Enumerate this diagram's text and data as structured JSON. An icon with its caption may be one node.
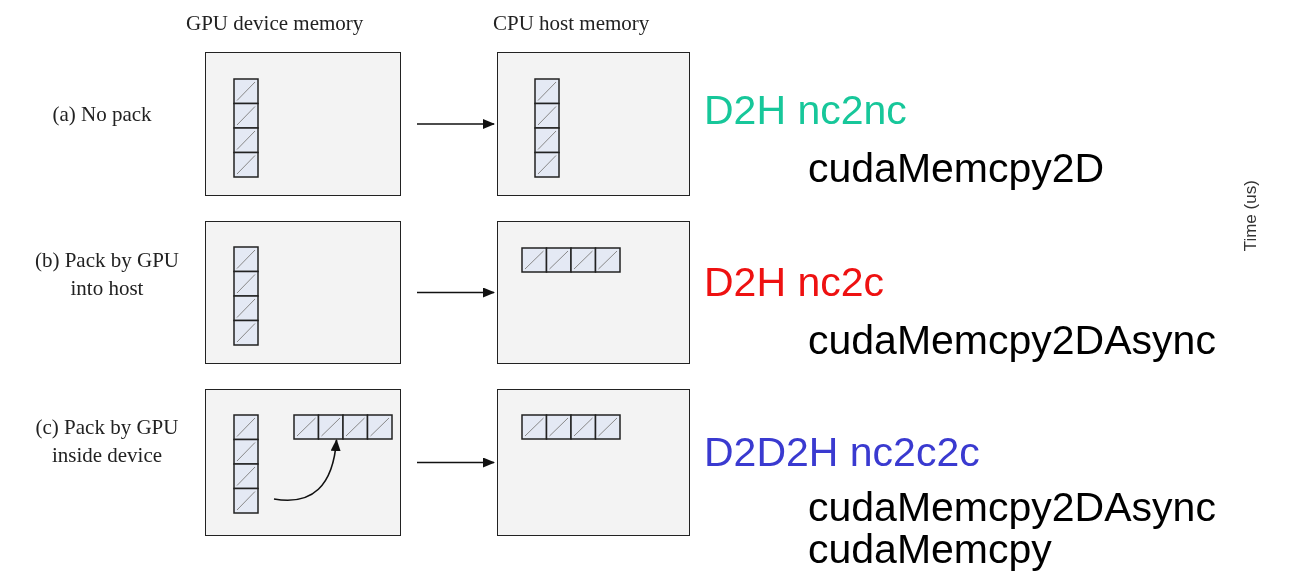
{
  "diagram": {
    "nodes": [
      {
        "text": [],
        "shape": "box",
        "beside": [
          "(a) No pack"
        ]
      },
      {
        "text": [],
        "shape": "box",
        "beside": [
          "D2H nc2nc",
          "cudaMemcpy2D"
        ]
      },
      {
        "text": [],
        "shape": "box",
        "beside": [
          "(b) Pack by GPU into host"
        ]
      },
      {
        "text": [],
        "shape": "box",
        "beside": [
          "D2H nc2c",
          "cudaMemcpy2DAsync"
        ]
      },
      {
        "text": [],
        "shape": "box",
        "beside": [
          "(c) Pack by GPU inside device"
        ]
      },
      {
        "text": [],
        "shape": "bar",
        "in": 4
      },
      {
        "text": [],
        "shape": "bar",
        "in": 4
      },
      {
        "text": [],
        "shape": "box",
        "beside": [
          "D2D2H nc2c2c",
          "cudaMemcpy2DAsync",
          "cudaMemcpy"
        ]
      }
    ],
    "edges": [
      {
        "from": 0,
        "to": 1,
        "arrow": "to"
      },
      {
        "from": 2,
        "to": 3,
        "arrow": "to"
      },
      {
        "from": 4,
        "to": 7,
        "arrow": "to"
      },
      {
        "from": 5,
        "to": 6,
        "arrow": "to"
      }
    ],
    "labels": [
      "GPU device memory",
      "CPU host memory",
      "Time (us)"
    ]
  }
}
